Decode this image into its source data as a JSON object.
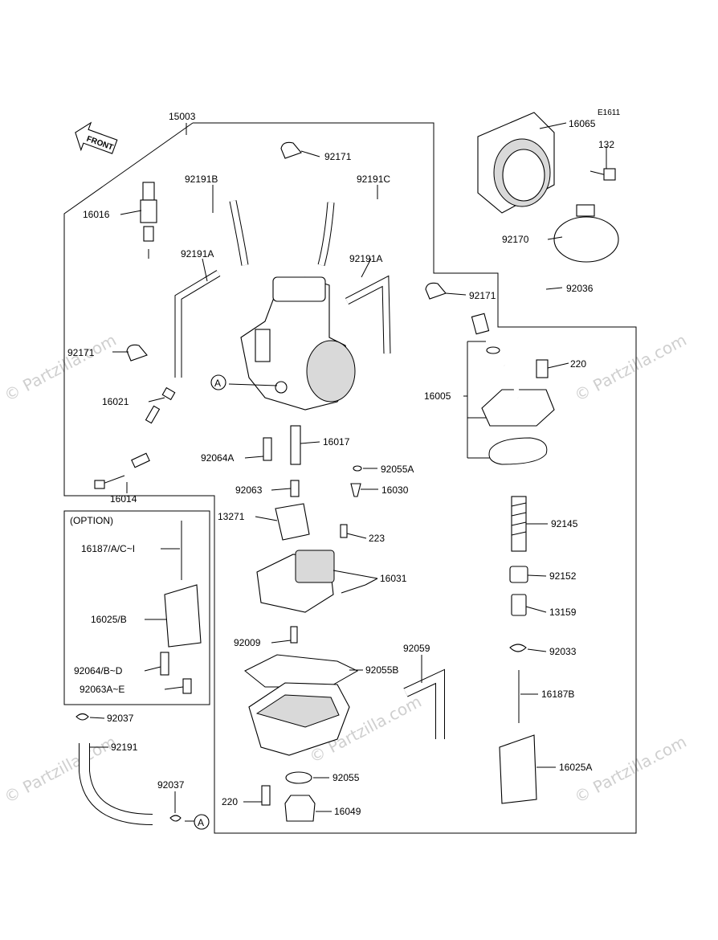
{
  "diagram": {
    "code": "E1611",
    "front_label": "FRONT",
    "watermark": "© Partzilla.com",
    "option_label": "(OPTION)",
    "ref_mark": "A",
    "labels": {
      "p15003": "15003",
      "p16065": "16065",
      "p132": "132",
      "p92171_top": "92171",
      "p92191B": "92191B",
      "p92191C": "92191C",
      "p16016": "16016",
      "p92170": "92170",
      "p92191A_left": "92191A",
      "p92191A_right": "92191A",
      "p92171_mid": "92171",
      "p92036": "92036",
      "p92171_left": "92171",
      "p220_top": "220",
      "p16021": "16021",
      "p16005": "16005",
      "p16017": "16017",
      "p92064A": "92064A",
      "p92055A": "92055A",
      "p16014": "16014",
      "p92063": "92063",
      "p16030": "16030",
      "p13271": "13271",
      "p223": "223",
      "p92145": "92145",
      "p16187_opt": "16187/A/C~I",
      "p16031": "16031",
      "p92152": "92152",
      "p16025_opt": "16025/B",
      "p13159": "13159",
      "p92009": "92009",
      "p92059": "92059",
      "p92033": "92033",
      "p92064_opt": "92064/B~D",
      "p92055B": "92055B",
      "p92063_opt": "92063A~E",
      "p16187B": "16187B",
      "p92037_top": "92037",
      "p92191": "92191",
      "p16025A": "16025A",
      "p92055": "92055",
      "p92037_bot": "92037",
      "p220_bot": "220",
      "p16049": "16049"
    }
  }
}
